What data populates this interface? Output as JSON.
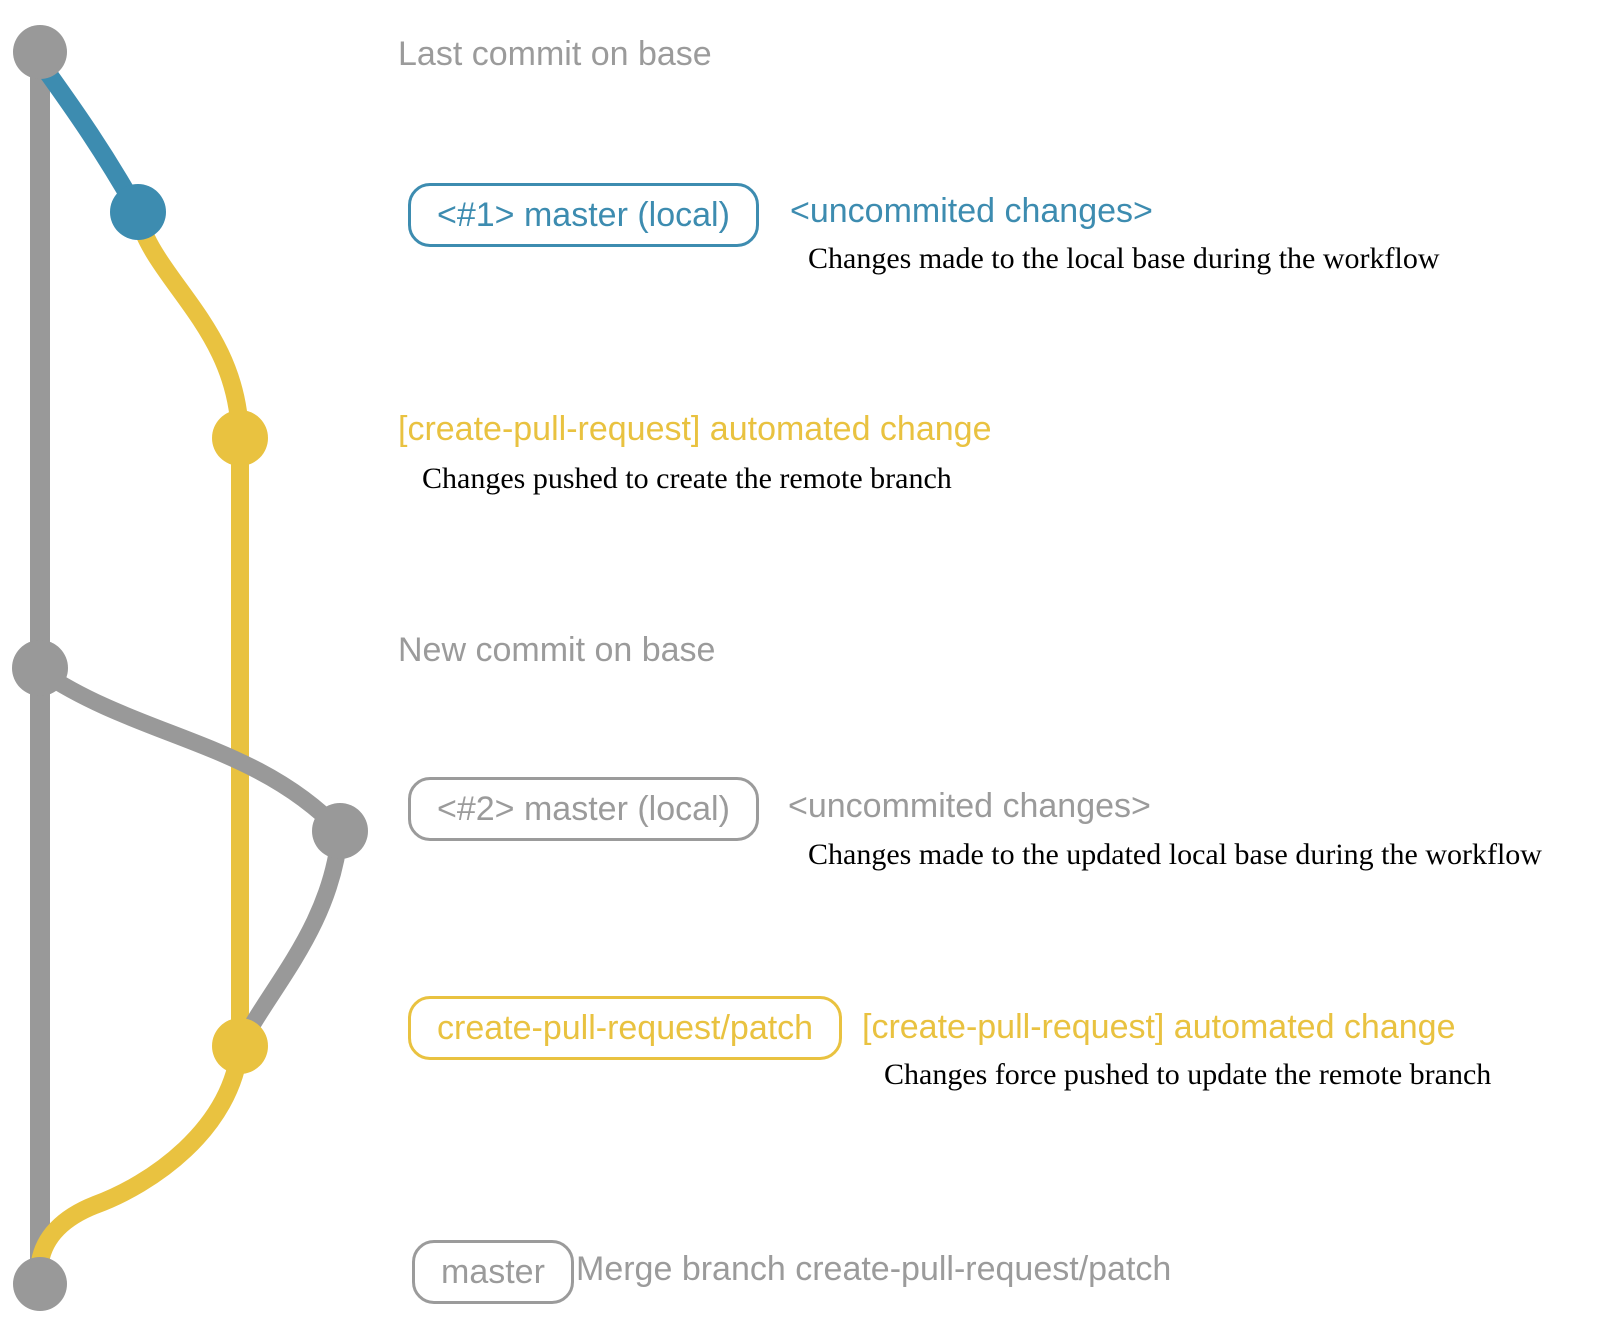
{
  "diagram": {
    "colors": {
      "base_branch": "#999999",
      "local_branch": "#3d8cb0",
      "remote_branch": "#e9c240",
      "description_text": "#000000"
    },
    "rows": [
      {
        "label": "Last commit on base"
      },
      {
        "badge": "<#1> master (local)",
        "title": "<uncommited changes>",
        "description": "Changes made to the local base during the workflow"
      },
      {
        "title": "[create-pull-request] automated change",
        "description": "Changes pushed to create the remote branch"
      },
      {
        "label": "New commit on base"
      },
      {
        "badge": "<#2> master (local)",
        "title": "<uncommited changes>",
        "description": "Changes made to the updated local base during the workflow"
      },
      {
        "badge": "create-pull-request/patch",
        "title": "[create-pull-request] automated change",
        "description": "Changes force pushed to update the remote branch"
      },
      {
        "badge": "master",
        "label": "Merge branch create-pull-request/patch"
      }
    ]
  }
}
